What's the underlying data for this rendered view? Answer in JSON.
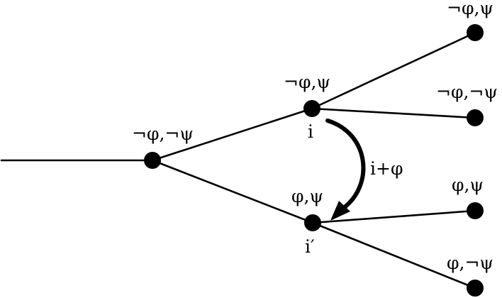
{
  "diagram": {
    "nodes": {
      "root": {
        "label": "¬φ,¬ψ"
      },
      "i": {
        "label": "¬φ,ψ",
        "name": "i"
      },
      "i_prime": {
        "label": "φ,ψ",
        "name": "i′"
      },
      "leaf_1": {
        "label": "¬φ,ψ"
      },
      "leaf_2": {
        "label": "¬φ,¬ψ"
      },
      "leaf_3": {
        "label": "φ,ψ"
      },
      "leaf_4": {
        "label": "φ,¬ψ"
      }
    },
    "arrow": {
      "label": "i+φ"
    }
  }
}
